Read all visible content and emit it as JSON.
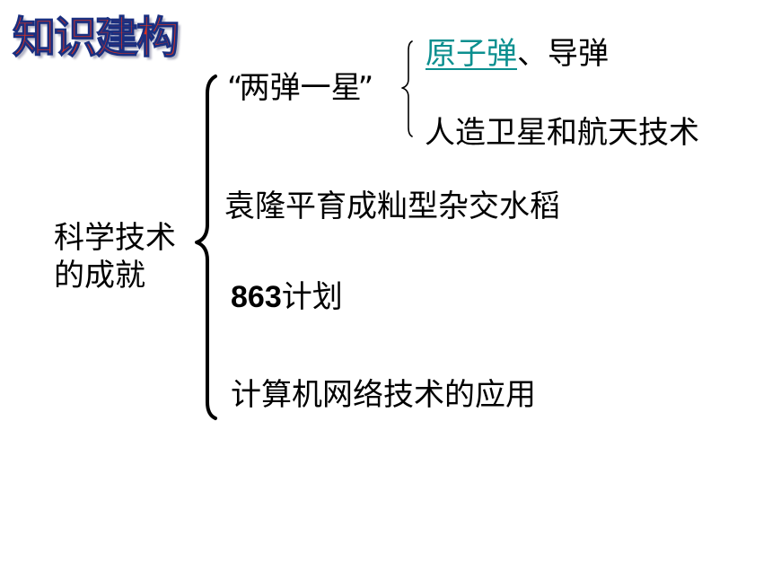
{
  "title": "知识建构",
  "root": {
    "line1": "科学技术",
    "line2": "的成就"
  },
  "branches": {
    "liangdan": {
      "open_quote": "“",
      "text": "两弹一星",
      "close_quote": "”",
      "children": {
        "yuanzidan": "原子弹",
        "yuanzidan_suffix": "、导弹",
        "weixing": "人造卫星和航天技术"
      }
    },
    "rice": "袁隆平育成籼型杂交水稻",
    "plan_number": "863",
    "plan_suffix": "计划",
    "network": "计算机网络技术的应用"
  },
  "colors": {
    "title_fill": "#e0301e",
    "title_outline": "#1a2f80",
    "link": "#0b8f8f",
    "text": "#000000",
    "background": "#ffffff"
  }
}
